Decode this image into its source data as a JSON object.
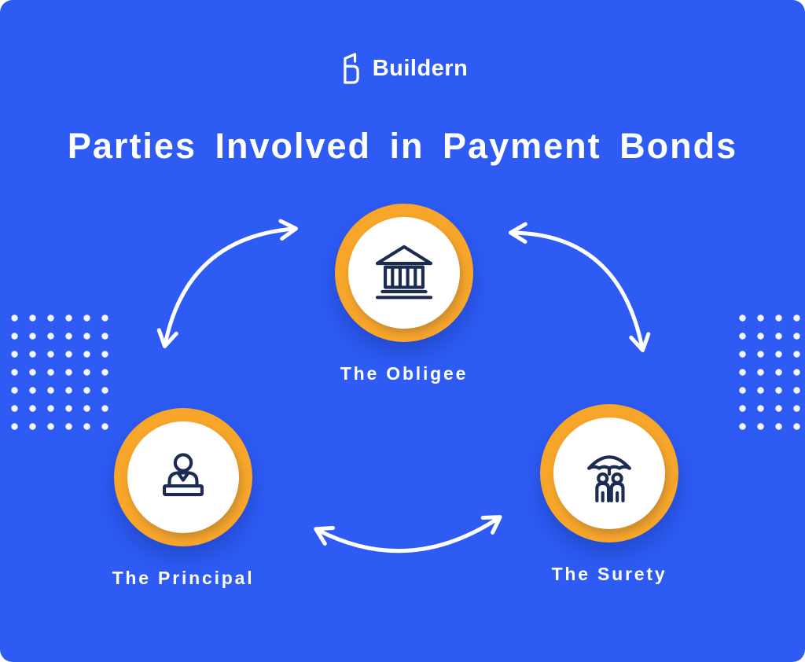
{
  "colors": {
    "background": "#2D5BF4",
    "accent_ring": "#F8A62A",
    "icon_ink": "#1C2B52",
    "text": "#FFFFFF"
  },
  "header": {
    "brand": "Buildern",
    "logo_icon": "buildern-logo-icon"
  },
  "title": "Parties Involved in Payment Bonds",
  "nodes": [
    {
      "id": "obligee",
      "label": "The Obligee",
      "icon": "bank-icon"
    },
    {
      "id": "principal",
      "label": "The Principal",
      "icon": "person-at-desk-icon"
    },
    {
      "id": "surety",
      "label": "The Surety",
      "icon": "umbrella-people-icon"
    }
  ],
  "arrows": [
    {
      "id": "principal-obligee",
      "between": [
        "The Principal",
        "The Obligee"
      ],
      "heads": "both"
    },
    {
      "id": "obligee-surety",
      "between": [
        "The Obligee",
        "The Surety"
      ],
      "heads": "both"
    },
    {
      "id": "principal-surety",
      "between": [
        "The Principal",
        "The Surety"
      ],
      "heads": "both"
    }
  ]
}
